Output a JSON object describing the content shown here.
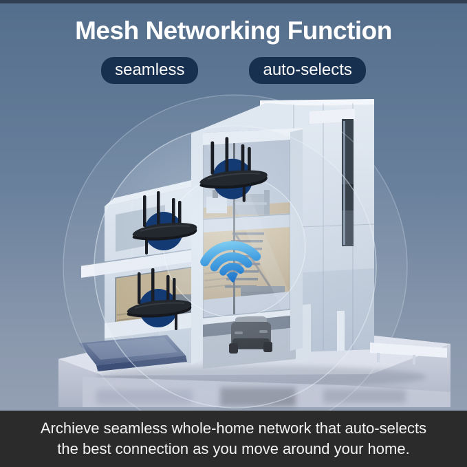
{
  "header": {
    "title": "Mesh Networking Function",
    "badges": [
      {
        "label": "seamless"
      },
      {
        "label": "auto-selects"
      }
    ]
  },
  "caption": {
    "line1": "Archieve seamless whole-home network that auto-selects",
    "line2": "the best connection as you move around your home."
  },
  "illustration": {
    "subject": "cutaway smart home with mesh wifi coverage circles",
    "router_count": 3,
    "icons": [
      {
        "name": "wifi-icon",
        "glyph": "three blue arcs with pointer dot"
      },
      {
        "name": "router-icon",
        "glyph": "black four-antenna router on navy disc"
      }
    ]
  },
  "colors": {
    "background_top": "#54708e",
    "background_bottom": "#9aa5b8",
    "badge_background": "#17304f",
    "badge_text": "#ffffff",
    "title_text": "#ffffff",
    "caption_background": "#2b2b2b",
    "caption_text": "#f2f2f2",
    "router_disc": "#143a74",
    "wifi_gradient_top": "#93dcf6",
    "wifi_gradient_bottom": "#1a6fc7"
  }
}
